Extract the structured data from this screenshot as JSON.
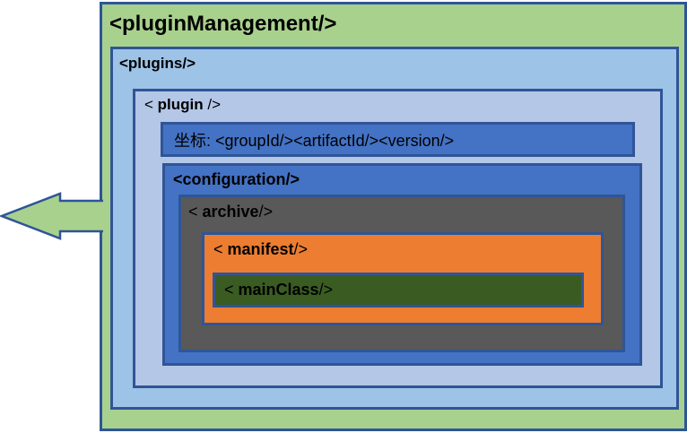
{
  "colors": {
    "outline": "#2F5597",
    "plugin_management_fill": "#A9D18E",
    "plugins_fill": "#9DC3E6",
    "plugin_fill": "#B4C7E7",
    "coordinates_fill": "#4472C4",
    "configuration_fill": "#4472C4",
    "archive_fill": "#595959",
    "manifest_fill": "#ED7D31",
    "main_class_fill": "#3A5C23",
    "arrow_fill": "#A9D18E",
    "text": "#000000"
  },
  "diagram": {
    "plugin_management": {
      "label": "<pluginManagement/>"
    },
    "plugins": {
      "label": "<plugins/>"
    },
    "plugin": {
      "open": "< ",
      "name": "plugin",
      "close": " />"
    },
    "coordinates": {
      "prefix": "坐标: ",
      "tags": "<groupId/><artifactId/><version/>"
    },
    "configuration": {
      "label": "<configuration/>"
    },
    "archive": {
      "open": "< ",
      "name": "archive",
      "close": "/>"
    },
    "manifest": {
      "open": "< ",
      "name": "manifest",
      "close": "/>"
    },
    "main_class": {
      "open": "< ",
      "name": "mainClass",
      "close": "/>"
    },
    "arrow": {
      "direction": "left"
    }
  }
}
